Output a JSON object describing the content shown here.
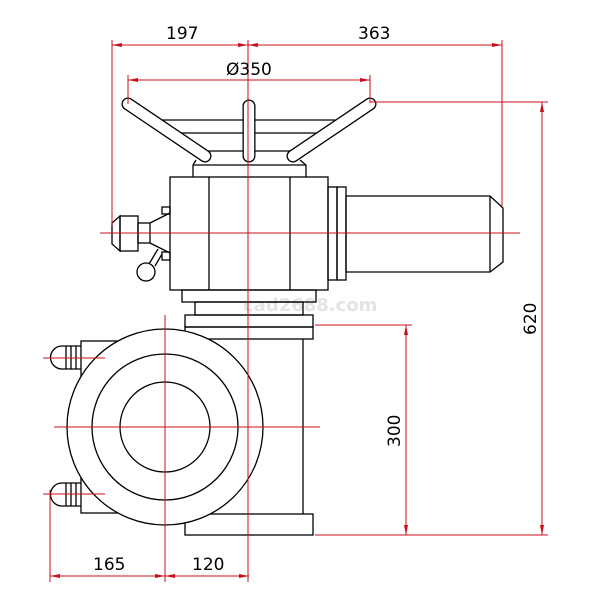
{
  "dimensions": {
    "left_offset": "197",
    "right_length": "363",
    "handwheel_diameter": "Ø350",
    "total_height": "620",
    "lower_height": "300",
    "bottom_left": "165",
    "bottom_right": "120"
  },
  "watermark": "cad2688.com",
  "colors": {
    "outline": "#000000",
    "dimension": "#c8101c"
  }
}
